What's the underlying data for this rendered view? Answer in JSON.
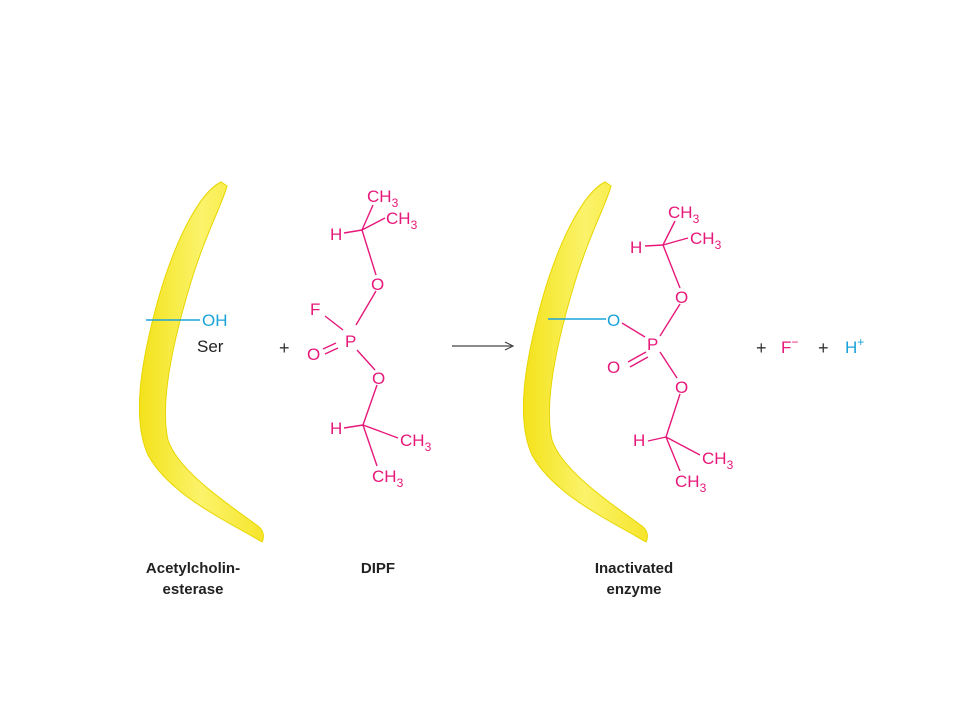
{
  "colors": {
    "enzyme": "#f7ec2a",
    "enzyme_edge": "#e8d800",
    "inhibitor": "#e6187a",
    "serine": "#1aa3d9",
    "text": "#222222",
    "arrow": "#444444"
  },
  "enzyme_free": {
    "oh": "OH",
    "ser": "Ser",
    "label_line1": "Acetylcholin-",
    "label_line2": "esterase"
  },
  "plus_1": "+",
  "dipf": {
    "ch3_a": "CH",
    "ch3_a_sub": "3",
    "ch3_b": "CH",
    "ch3_b_sub": "3",
    "h_top": "H",
    "o_top": "O",
    "f": "F",
    "p": "P",
    "o_double": "O",
    "o_bottom": "O",
    "h_bottom": "H",
    "ch3_c": "CH",
    "ch3_c_sub": "3",
    "ch3_d": "CH",
    "ch3_d_sub": "3",
    "label": "DIPF"
  },
  "enzyme_inactivated": {
    "o_ser": "O",
    "ch3_a": "CH",
    "ch3_a_sub": "3",
    "ch3_b": "CH",
    "ch3_b_sub": "3",
    "h_top": "H",
    "o_top": "O",
    "p": "P",
    "o_double": "O",
    "o_bottom": "O",
    "h_bottom": "H",
    "ch3_c": "CH",
    "ch3_c_sub": "3",
    "ch3_d": "CH",
    "ch3_d_sub": "3",
    "label_line1": "Inactivated",
    "label_line2": "enzyme"
  },
  "products": {
    "plus_a": "+",
    "fluoride": "F",
    "fluoride_charge": "−",
    "plus_b": "+",
    "proton": "H",
    "proton_charge": "+"
  }
}
